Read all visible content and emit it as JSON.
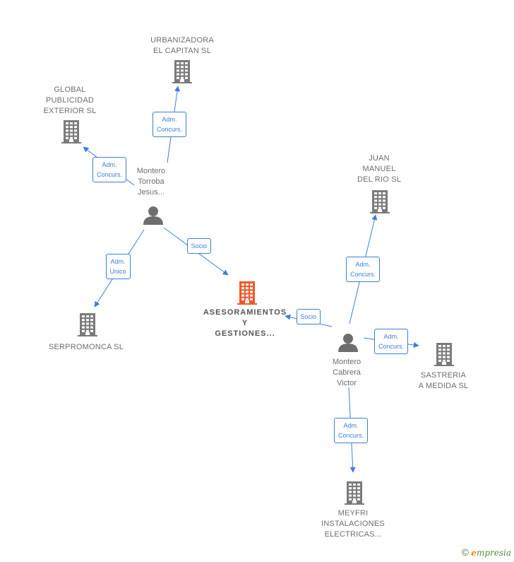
{
  "colors": {
    "edge": "#3d7ed8",
    "building": "#7b7b7b",
    "building_focus": "#f0592b",
    "person": "#6e6e6e"
  },
  "nodes": [
    {
      "id": "urbanizadora",
      "type": "company",
      "label": "URBANIZADORA\nEL CAPITAN SL",
      "icon": "building-icon"
    },
    {
      "id": "global",
      "type": "company",
      "label": "GLOBAL\nPUBLICIDAD\nEXTERIOR  SL",
      "icon": "building-icon"
    },
    {
      "id": "torroba",
      "type": "person",
      "label": "Montero\nTorroba\nJesus...",
      "icon": "person-icon"
    },
    {
      "id": "asesoramientos",
      "type": "company",
      "focus": true,
      "label": "ASESORAMIENTOS\nY\nGESTIONES...",
      "icon": "building-icon"
    },
    {
      "id": "serpromonca",
      "type": "company",
      "label": "SERPROMONCA SL",
      "icon": "building-icon"
    },
    {
      "id": "juan",
      "type": "company",
      "label": "JUAN\nMANUEL\nDEL RIO SL",
      "icon": "building-icon"
    },
    {
      "id": "cabrera",
      "type": "person",
      "label": "Montero\nCabrera\nVictor",
      "icon": "person-icon"
    },
    {
      "id": "sastreria",
      "type": "company",
      "label": "SASTRERIA\nA MEDIDA SL",
      "icon": "building-icon"
    },
    {
      "id": "meyfri",
      "type": "company",
      "label": "MEYFRI\nINSTALACIONES\nELECTRICAS...",
      "icon": "building-icon"
    }
  ],
  "edges": [
    {
      "from": "torroba",
      "to": "urbanizadora",
      "label": "Adm.\nConcurs."
    },
    {
      "from": "torroba",
      "to": "global",
      "label": "Adm.\nConcurs."
    },
    {
      "from": "torroba",
      "to": "asesoramientos",
      "label": "Socio"
    },
    {
      "from": "torroba",
      "to": "serpromonca",
      "label": "Adm.\nUnico"
    },
    {
      "from": "cabrera",
      "to": "asesoramientos",
      "label": "Socio"
    },
    {
      "from": "cabrera",
      "to": "juan",
      "label": "Adm.\nConcurs."
    },
    {
      "from": "cabrera",
      "to": "sastreria",
      "label": "Adm.\nConcurs."
    },
    {
      "from": "cabrera",
      "to": "meyfri",
      "label": "Adm.\nConcurs."
    }
  ],
  "brand": {
    "copyright": "©",
    "e": "e",
    "name": "mpresia"
  }
}
